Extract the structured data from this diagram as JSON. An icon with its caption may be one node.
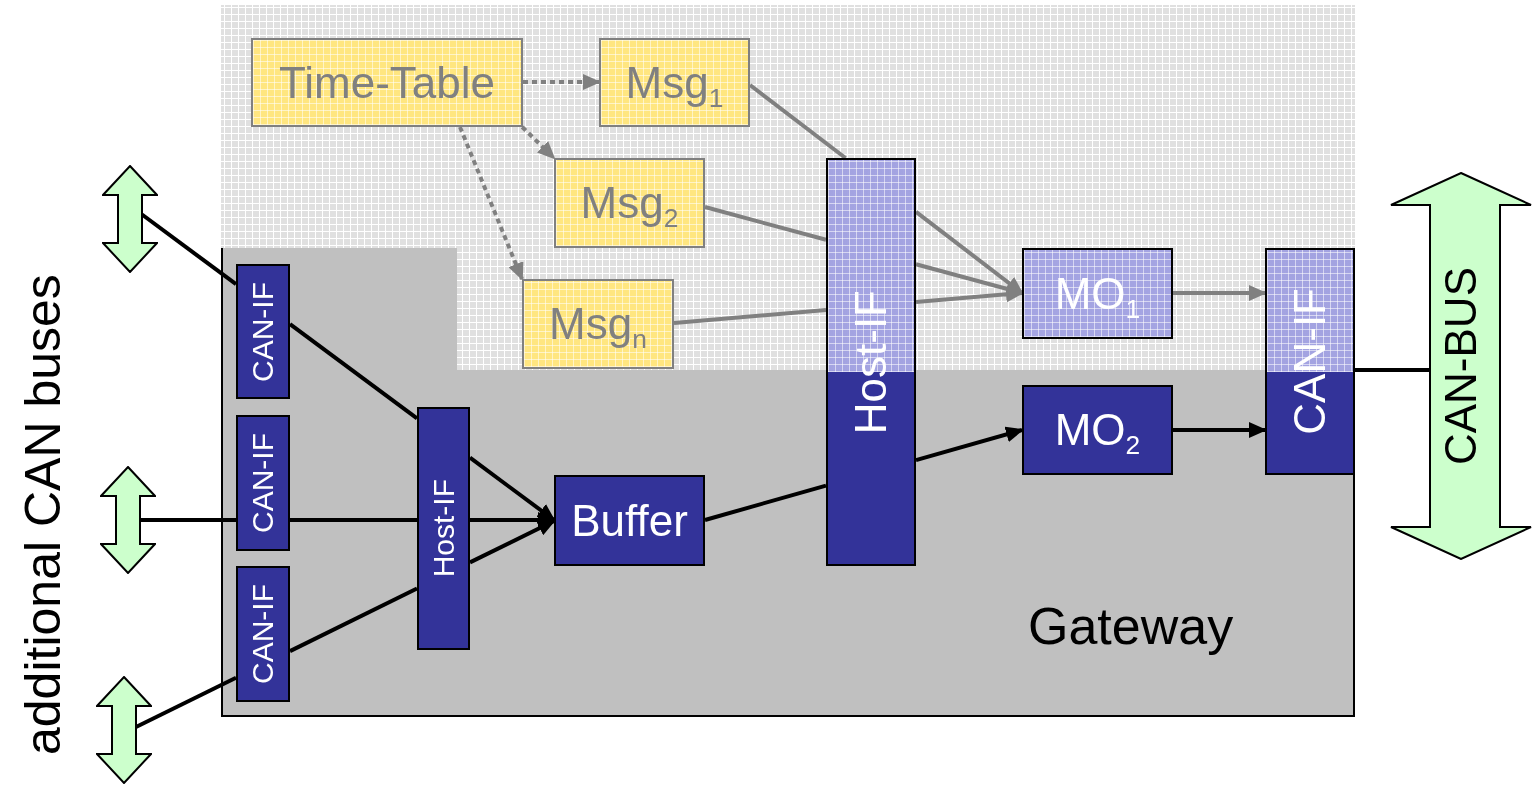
{
  "diagram": {
    "nodes": [
      {
        "text": [
          "Gateway"
        ]
      },
      {
        "text": [
          "Time-Table"
        ],
        "in": 0
      },
      {
        "text": [
          "Msg$_{1}$"
        ],
        "in": 0
      },
      {
        "text": [
          "Msg$_{2}$"
        ],
        "in": 0
      },
      {
        "text": [
          "Msg$_{n}$"
        ],
        "in": 0
      },
      {
        "text": [
          "Host-IF"
        ],
        "in": 0
      },
      {
        "text": [
          "MO$_{1}$"
        ],
        "in": 0
      },
      {
        "text": [
          "CAN-IF"
        ],
        "in": 0
      },
      {
        "text": [
          "MO$_{2}$"
        ],
        "in": 0
      },
      {
        "text": [
          "CAN-IF"
        ],
        "in": 0
      },
      {
        "text": [
          "CAN-IF"
        ],
        "in": 0
      },
      {
        "text": [
          "CAN-IF"
        ],
        "in": 0
      },
      {
        "text": [
          "Host-IF"
        ],
        "in": 0
      },
      {
        "text": [
          "Buffer"
        ],
        "in": 0
      },
      {
        "text": [],
        "shape": "arrow"
      },
      {
        "text": [],
        "shape": "arrow"
      },
      {
        "text": [],
        "shape": "arrow"
      },
      {
        "text": [
          "CAN-BUS"
        ]
      }
    ],
    "edges": [
      {
        "from": 1,
        "to": 2,
        "arrow": "to",
        "style": "dashed",
        "color": "#808080"
      },
      {
        "from": 1,
        "to": 3,
        "arrow": "to",
        "style": "dashed",
        "color": "#808080"
      },
      {
        "from": 1,
        "to": 4,
        "arrow": "to",
        "style": "dashed",
        "color": "#808080"
      },
      {
        "from": 2,
        "to": 5,
        "arrow": "none",
        "color": "#808080"
      },
      {
        "from": 5,
        "to": 6,
        "arrow": "to",
        "color": "#808080"
      },
      {
        "from": 3,
        "to": 5,
        "arrow": "none",
        "color": "#808080"
      },
      {
        "from": 5,
        "to": 6,
        "arrow": "to",
        "color": "#808080"
      },
      {
        "from": 4,
        "to": 5,
        "arrow": "none",
        "color": "#808080"
      },
      {
        "from": 5,
        "to": 6,
        "arrow": "to",
        "color": "#808080"
      },
      {
        "from": 6,
        "to": 7,
        "arrow": "to",
        "color": "#808080"
      },
      {
        "from": 13,
        "to": 5,
        "arrow": "none"
      },
      {
        "from": 5,
        "to": 8,
        "arrow": "to"
      },
      {
        "from": 8,
        "to": 7,
        "arrow": "to"
      },
      {
        "from": 7,
        "to": 17,
        "arrow": "none"
      },
      {
        "from": 14,
        "to": 9,
        "arrow": "none"
      },
      {
        "from": 9,
        "to": 12,
        "arrow": "none"
      },
      {
        "from": 12,
        "to": 13,
        "arrow": "to"
      },
      {
        "from": 15,
        "to": 10,
        "arrow": "none"
      },
      {
        "from": 10,
        "to": 12,
        "arrow": "none"
      },
      {
        "from": 12,
        "to": 13,
        "arrow": "to"
      },
      {
        "from": 16,
        "to": 11,
        "arrow": "none"
      },
      {
        "from": 11,
        "to": 12,
        "arrow": "none"
      },
      {
        "from": 12,
        "to": 13,
        "arrow": "to"
      }
    ],
    "labels": [
      "additional CAN buses"
    ]
  }
}
